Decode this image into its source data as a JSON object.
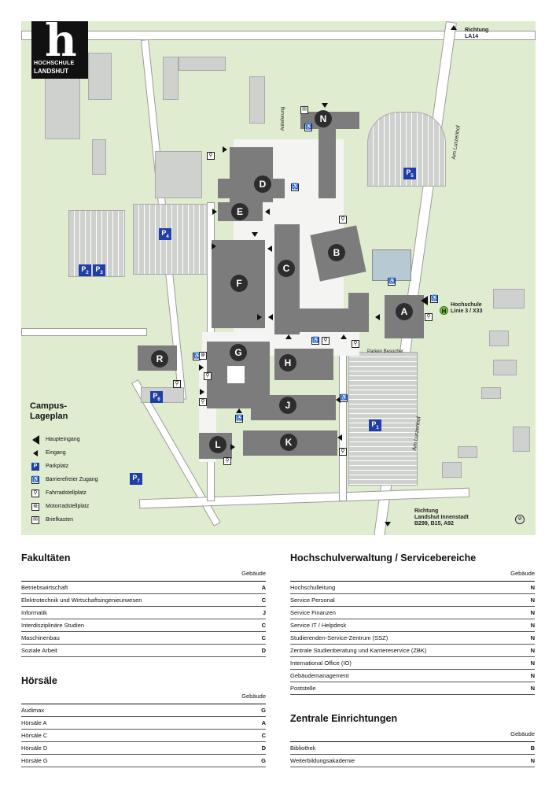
{
  "logo": {
    "line1": "HOCHSCHULE",
    "line2": "LANDSHUT",
    "mark": "h"
  },
  "map": {
    "legend_title": "Campus-\nLageplan",
    "legend": [
      {
        "icon": "main-entrance-arrow-icon",
        "label": "Haupteingang"
      },
      {
        "icon": "entrance-arrow-icon",
        "label": "Eingang"
      },
      {
        "icon": "parking-icon",
        "label": "Parkplatz"
      },
      {
        "icon": "wheelchair-icon",
        "label": "Barrierefreier Zugang"
      },
      {
        "icon": "bicycle-icon",
        "label": "Fahrradstellplatz"
      },
      {
        "icon": "motorcycle-icon",
        "label": "Motorradstellplatz"
      },
      {
        "icon": "mailbox-icon",
        "label": "Briefkasten"
      }
    ],
    "buildings": [
      "A",
      "B",
      "C",
      "D",
      "E",
      "F",
      "G",
      "H",
      "J",
      "K",
      "L",
      "N",
      "R"
    ],
    "parking": [
      "P1",
      "P2",
      "P3",
      "P4",
      "P5",
      "P6",
      "P7"
    ],
    "labels": {
      "richtung_top": "Richtung\nLA14",
      "am_lurzenhof_top": "Am Lurzenhof",
      "am_lurzenhof_bottom": "Am Lurzenhof",
      "anlieferung": "Anlieferung",
      "bus_stop": "Hochschule\nLinie 3 / X33",
      "parken_besucher": "Parken Besucher",
      "richtung_bottom": "Richtung\nLandshut Innenstadt\nB299, B15, A92",
      "bus_stop_symbol": "H"
    },
    "colors": {
      "ground": "#dfecd0",
      "building": "#7c7c7c",
      "parking_badge": "#1f3fa6",
      "bus_stop": "#7bc043"
    }
  },
  "faculties": {
    "title": "Fakultäten",
    "col_header": "Gebäude",
    "rows": [
      {
        "name": "Betriebswirtschaft",
        "code": "A"
      },
      {
        "name": "Elektrotechnik und Wirtschaftsingenieurwesen",
        "code": "C"
      },
      {
        "name": "Informatik",
        "code": "J"
      },
      {
        "name": "Interdisziplinäre Studien",
        "code": "C"
      },
      {
        "name": "Maschinenbau",
        "code": "C"
      },
      {
        "name": "Soziale Arbeit",
        "code": "D"
      }
    ]
  },
  "lecture_halls": {
    "title": "Hörsäle",
    "col_header": "Gebäude",
    "rows": [
      {
        "name": "Audimax",
        "code": "G"
      },
      {
        "name": "Hörsäle A",
        "code": "A"
      },
      {
        "name": "Hörsäle C",
        "code": "C"
      },
      {
        "name": "Hörsäle D",
        "code": "D"
      },
      {
        "name": "Hörsäle G",
        "code": "G"
      }
    ]
  },
  "administration": {
    "title": "Hochschulverwaltung / Servicebereiche",
    "col_header": "Gebäude",
    "rows": [
      {
        "name": "Hochschulleitung",
        "code": "N"
      },
      {
        "name": "Service Personal",
        "code": "N"
      },
      {
        "name": "Service Finanzen",
        "code": "N"
      },
      {
        "name": "Service IT / Helpdesk",
        "code": "N"
      },
      {
        "name": "Studierenden-Service-Zentrum (SSZ)",
        "code": "N"
      },
      {
        "name": "Zentrale Studienberatung und Karriereservice (ZBK)",
        "code": "N"
      },
      {
        "name": "International Office (IO)",
        "code": "N"
      },
      {
        "name": "Gebäudemanagement",
        "code": "N"
      },
      {
        "name": "Poststelle",
        "code": "N"
      }
    ]
  },
  "central": {
    "title": "Zentrale Einrichtungen",
    "col_header": "Gebäude",
    "rows": [
      {
        "name": "Bibliothek",
        "code": "B"
      },
      {
        "name": "Weiterbildungsakademie",
        "code": "N"
      }
    ]
  }
}
